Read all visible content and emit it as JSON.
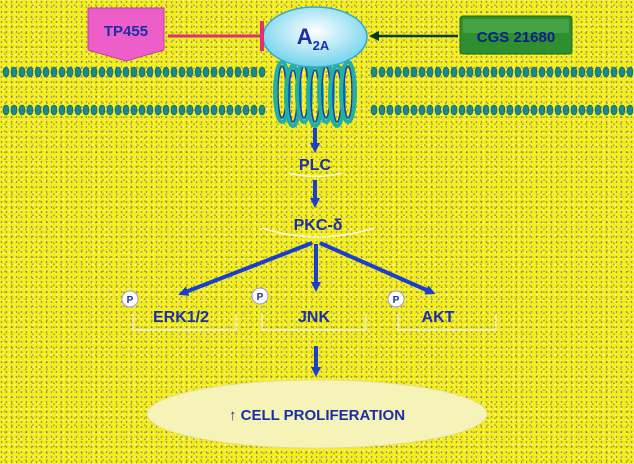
{
  "nodes": {
    "receptor": {
      "main": "A",
      "sub": "2A"
    },
    "antagonist": "TP455",
    "agonist": "CGS 21680",
    "plc": "PLC",
    "pkc": "PKC-δ",
    "erk": "ERK1/2",
    "jnk": "JNK",
    "akt": "AKT",
    "outcome": "↑ CELL PROLIFERATION"
  },
  "phospho_label": "P",
  "colors": {
    "background": "#f5ee1f",
    "arrow": "#1a3fcf",
    "text": "#1a2fa8",
    "antagonist_fill": "#ee5ec8",
    "inhibition_line": "#e0307a",
    "agonist_fill": "#2e8f2e",
    "agonist_text": "#0c1f8a",
    "receptor_fill": "#6fd3ee",
    "helix": "#20b0a6",
    "membrane": "#1c8a8a",
    "outcome_fill": "#f6f3b8"
  }
}
